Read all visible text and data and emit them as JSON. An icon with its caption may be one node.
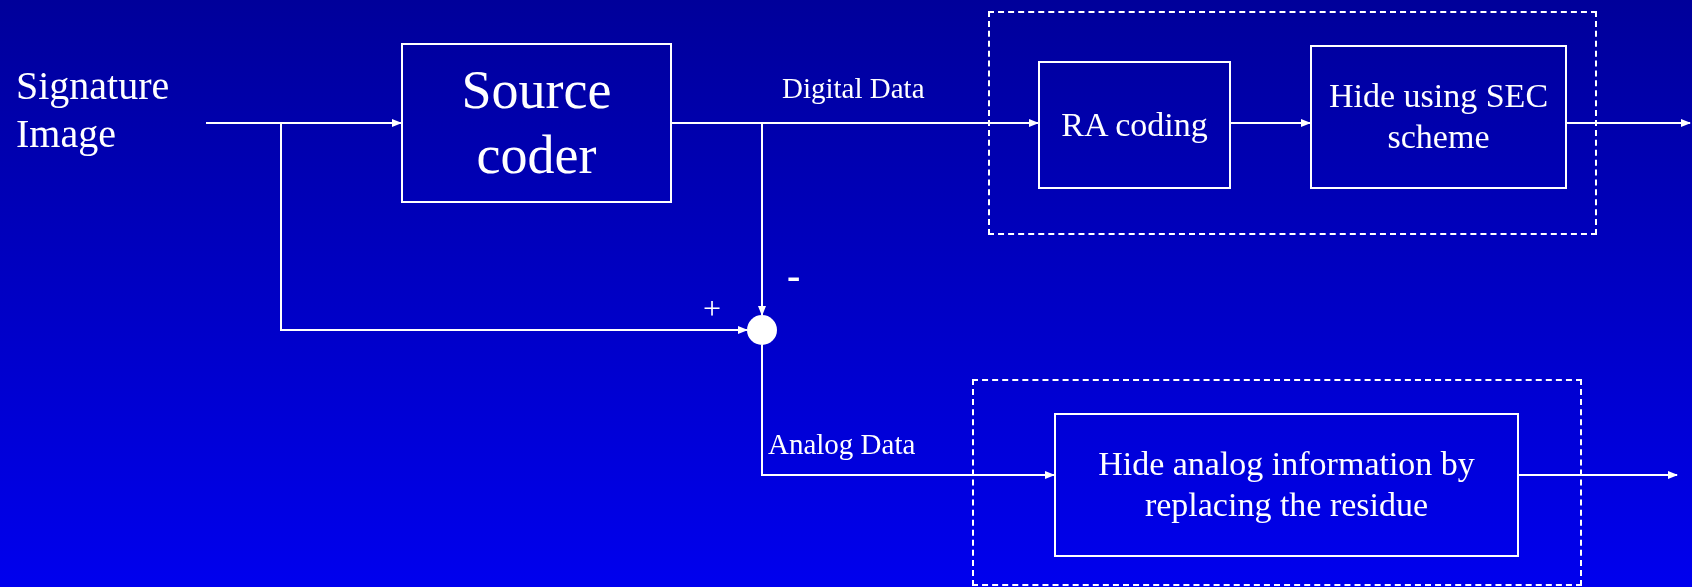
{
  "diagram": {
    "nodes": [
      {
        "text": [
          "Signature Image"
        ]
      },
      {
        "text": [
          "Source coder"
        ]
      },
      {
        "text": [],
        "shape": "box"
      },
      {
        "text": [
          "RA coding"
        ],
        "in": 2
      },
      {
        "text": [
          "Hide using SEC scheme"
        ],
        "in": 2
      },
      {
        "text": [],
        "shape": "circle"
      },
      {
        "text": [],
        "shape": "box"
      },
      {
        "text": [
          "Hide analog information by replacing the residue"
        ],
        "in": 6
      }
    ],
    "edges": [
      {
        "from": 0,
        "to": 1,
        "arrow": "to"
      },
      {
        "from": 0,
        "to": 5,
        "arrow": "to"
      },
      {
        "from": 1,
        "to": 3,
        "label": "Digital Data",
        "arrow": "to"
      },
      {
        "from": 1,
        "to": 5,
        "arrow": "to"
      },
      {
        "from": 3,
        "to": 4,
        "arrow": "to"
      },
      {
        "from": 4,
        "to": null,
        "arrow": "to"
      },
      {
        "from": 5,
        "to": 7,
        "label": "Analog Data",
        "arrow": "to"
      },
      {
        "from": 7,
        "to": null,
        "arrow": "to"
      }
    ],
    "labels": [
      "-",
      "+"
    ]
  }
}
